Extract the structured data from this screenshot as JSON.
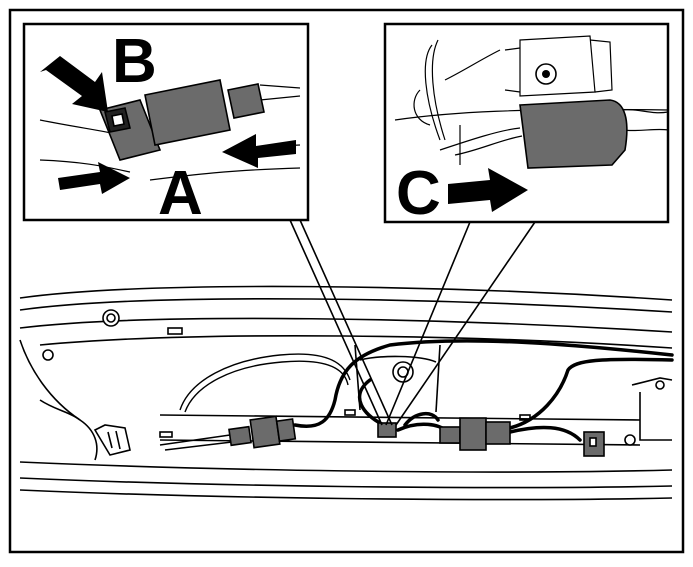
{
  "callouts": {
    "left": {
      "labels": {
        "a": "A",
        "b": "B"
      }
    },
    "right": {
      "labels": {
        "c": "C"
      }
    }
  },
  "colors": {
    "line": "#000000",
    "component_fill": "#6b6b6b",
    "background": "#ffffff"
  },
  "icons": [
    "arrow-right-icon",
    "arrow-left-icon",
    "arrow-diagonal-icon"
  ]
}
